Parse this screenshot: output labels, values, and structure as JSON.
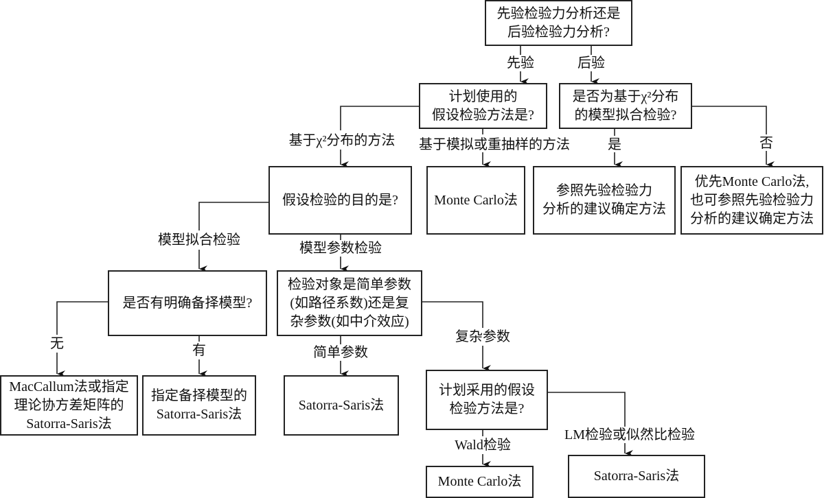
{
  "diagram": {
    "type": "flowchart",
    "nodes": {
      "root": "先验检验力分析还是\n后验检验力分析?",
      "plan_method": "计划使用的\n假设检验方法是?",
      "post_chi2": "是否为基于χ²分布\n的模型拟合检验?",
      "test_purpose": "假设检验的目的是?",
      "monte_carlo_1": "Monte Carlo法",
      "refer_prior": "参照先验检验力\n分析的建议确定方法",
      "prefer_monte_carlo": "优先Monte Carlo法,\n也可参照先验检验力\n分析的建议确定方法",
      "alt_model": "是否有明确备择模型?",
      "param_type": "检验对象是简单参数\n(如路径系数)还是复\n杂参数(如中介效应)",
      "maccallum": "MacCallum法或指定\n理论协方差矩阵的\nSatorra-Saris法",
      "alt_satorra": "指定备择模型的\nSatorra-Saris法",
      "satorra_1": "Satorra-Saris法",
      "plan_test": "计划采用的假设\n检验方法是?",
      "monte_carlo_2": "Monte Carlo法",
      "satorra_2": "Satorra-Saris法"
    },
    "edge_labels": {
      "prior": "先验",
      "posterior": "后验",
      "chi2_method": "基于χ²分布的方法",
      "simulation_method": "基于模拟或重抽样的方法",
      "yes": "是",
      "no": "否",
      "model_fit": "模型拟合检验",
      "model_param": "模型参数检验",
      "none": "无",
      "has": "有",
      "simple_param": "简单参数",
      "complex_param": "复杂参数",
      "wald": "Wald检验",
      "lm_lr": "LM检验或似然比检验"
    },
    "edges": [
      {
        "from": "root",
        "to": "plan_method",
        "label": "prior"
      },
      {
        "from": "root",
        "to": "post_chi2",
        "label": "posterior"
      },
      {
        "from": "plan_method",
        "to": "test_purpose",
        "label": "chi2_method"
      },
      {
        "from": "plan_method",
        "to": "monte_carlo_1",
        "label": "simulation_method"
      },
      {
        "from": "post_chi2",
        "to": "refer_prior",
        "label": "yes"
      },
      {
        "from": "post_chi2",
        "to": "prefer_monte_carlo",
        "label": "no"
      },
      {
        "from": "test_purpose",
        "to": "alt_model",
        "label": "model_fit"
      },
      {
        "from": "test_purpose",
        "to": "param_type",
        "label": "model_param"
      },
      {
        "from": "alt_model",
        "to": "maccallum",
        "label": "none"
      },
      {
        "from": "alt_model",
        "to": "alt_satorra",
        "label": "has"
      },
      {
        "from": "param_type",
        "to": "satorra_1",
        "label": "simple_param"
      },
      {
        "from": "param_type",
        "to": "plan_test",
        "label": "complex_param"
      },
      {
        "from": "plan_test",
        "to": "monte_carlo_2",
        "label": "wald"
      },
      {
        "from": "plan_test",
        "to": "satorra_2",
        "label": "lm_lr"
      }
    ]
  }
}
